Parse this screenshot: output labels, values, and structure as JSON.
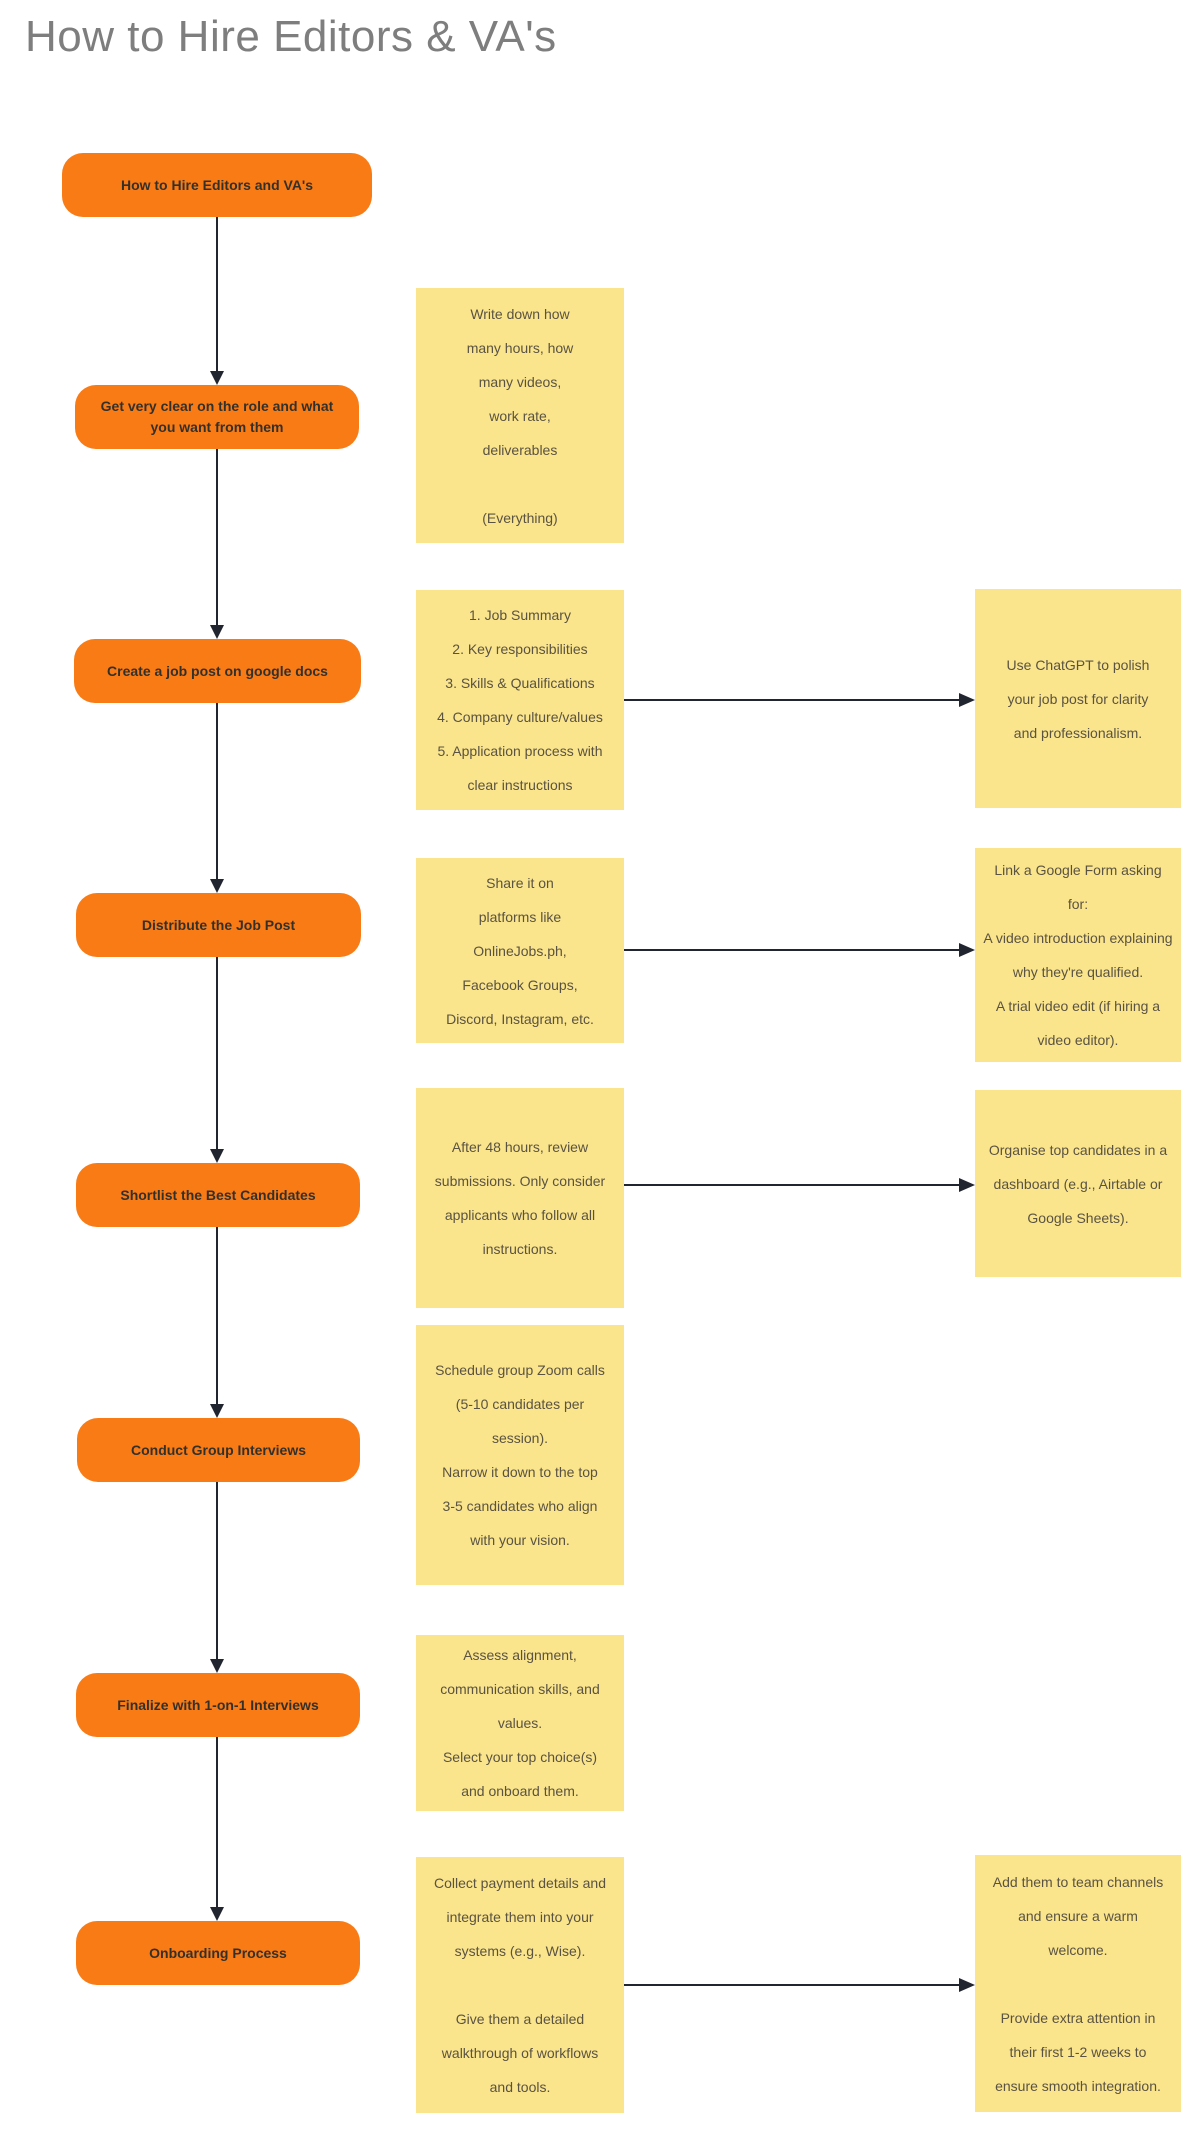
{
  "title": "How to Hire Editors & VA's",
  "colors": {
    "background": "#FFFFFF",
    "node_fill": "#F97B16",
    "node_text": "#33302A",
    "note_fill": "#FAE48C",
    "note_text": "#5A5342",
    "arrow": "#20252F",
    "title_text": "#7E7E7E"
  },
  "flow_nodes": [
    {
      "label": "How to Hire Editors and VA's"
    },
    {
      "label": "Get very clear on the role and what\nyou want from them"
    },
    {
      "label": "Create a job post on google docs"
    },
    {
      "label": "Distribute the Job Post"
    },
    {
      "label": "Shortlist the Best Candidates"
    },
    {
      "label": "Conduct Group Interviews"
    },
    {
      "label": "Finalize with 1-on-1 Interviews"
    },
    {
      "label": "Onboarding Process"
    }
  ],
  "middle_notes": [
    {
      "text": "Write down how\nmany hours, how\nmany videos,\nwork rate,\ndeliverables\n\n(Everything)"
    },
    {
      "text": "1. Job Summary\n2. Key responsibilities\n3. Skills & Qualifications\n4. Company culture/values\n5. Application process with\nclear instructions"
    },
    {
      "text": "Share it on\nplatforms like\nOnlineJobs.ph,\nFacebook Groups,\nDiscord, Instagram, etc."
    },
    {
      "text": "After 48 hours, review\nsubmissions. Only consider\napplicants who follow all\ninstructions."
    },
    {
      "text": "Schedule group Zoom calls\n(5-10 candidates per\nsession).\nNarrow it down to the top\n3-5 candidates who align\nwith your vision."
    },
    {
      "text": "Assess alignment,\ncommunication skills, and\nvalues.\nSelect your top choice(s)\nand onboard them."
    },
    {
      "text": "Collect payment details and\nintegrate them into your\nsystems (e.g., Wise).\n\nGive them a detailed\nwalkthrough of workflows\nand tools."
    }
  ],
  "right_notes": [
    {
      "text": "Use ChatGPT to polish\nyour job post for clarity\nand professionalism."
    },
    {
      "text": "Link a Google Form asking\nfor:\nA video introduction explaining\nwhy they're qualified.\nA trial video edit (if hiring a\nvideo editor)."
    },
    {
      "text": "Organise top candidates in a\ndashboard (e.g., Airtable or\nGoogle Sheets)."
    },
    {
      "text": "Add them to team channels\nand ensure a warm\nwelcome.\n\nProvide extra attention in\ntheir first 1-2 weeks to\nensure smooth integration."
    }
  ]
}
